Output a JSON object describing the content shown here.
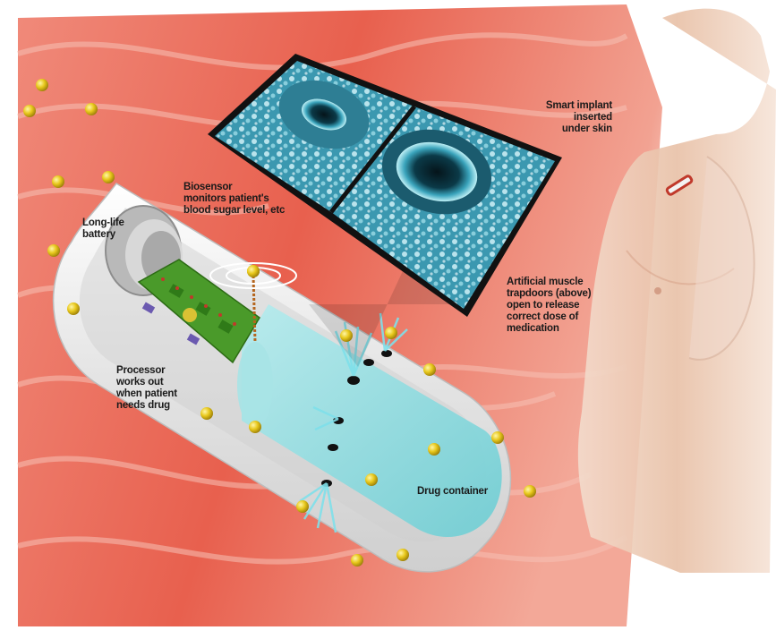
{
  "labels": {
    "smart_implant": [
      "Smart implant",
      "inserted",
      "under skin"
    ],
    "biosensor": [
      "Biosensor",
      "monitors patient's",
      "blood sugar level, etc"
    ],
    "battery": [
      "Long-life",
      "battery"
    ],
    "muscle": [
      "Artificial muscle",
      "trapdoors (above)",
      "open to release",
      "correct dose of",
      "medication"
    ],
    "processor": [
      "Processor",
      "works out",
      "when patient",
      "needs drug"
    ],
    "drug_container": "Drug container"
  },
  "colors": {
    "background_tissue": "#e8705e",
    "tissue_light": "#f6c3b4",
    "capsule_shell": "#f4f4f4",
    "drug_fluid": "#8fdde0",
    "circuit_board": "#4a9a2a",
    "blood_particle": "#e2c21a",
    "inset_frame": "#111111",
    "inset_tint": "#2f8fa6",
    "skin": "#e9c2aa",
    "implant_marker": "#c0392b"
  }
}
